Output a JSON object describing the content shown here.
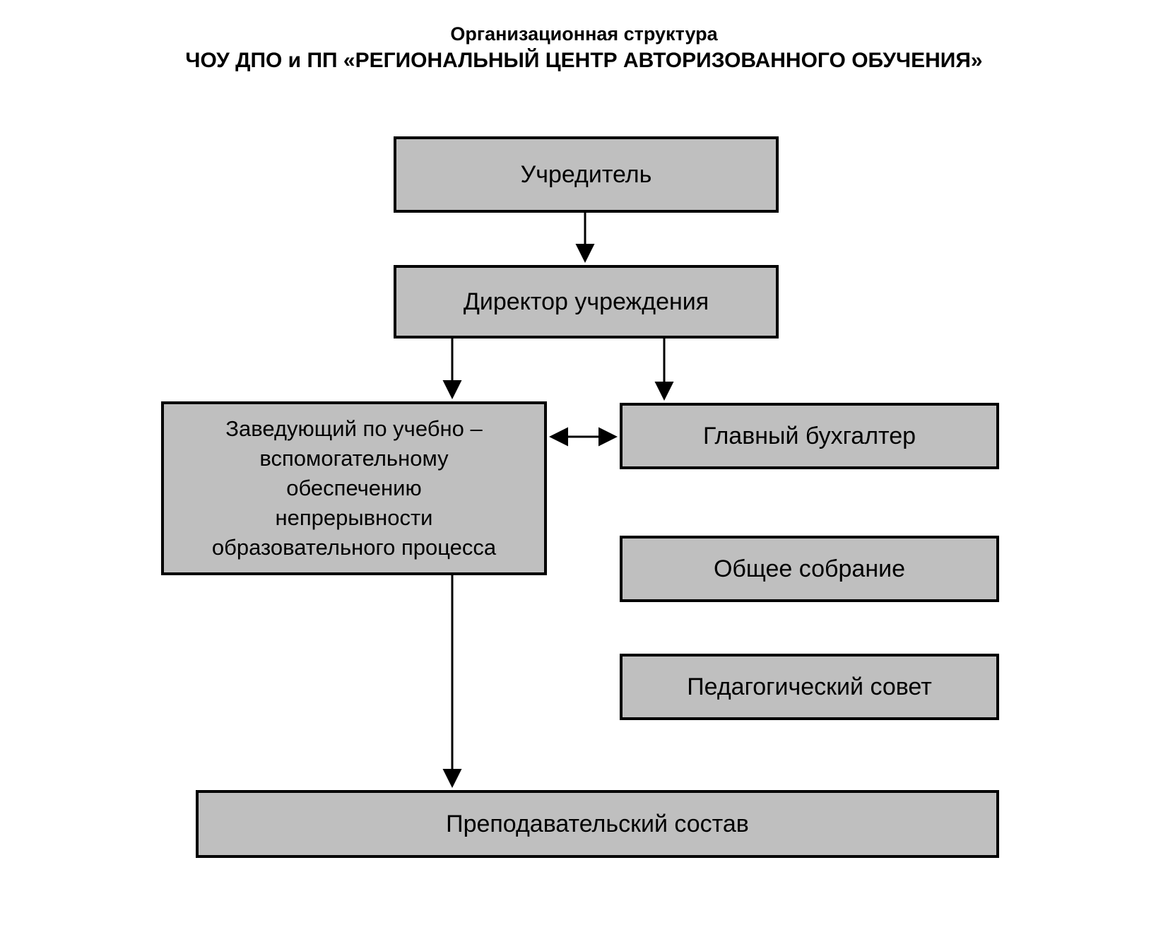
{
  "title": {
    "line1": "Организационная структура",
    "line2": "ЧОУ ДПО и ПП «РЕГИОНАЛЬНЫЙ ЦЕНТР АВТОРИЗОВАННОГО ОБУЧЕНИЯ»"
  },
  "colors": {
    "box_fill": "#BFBFBF",
    "box_border": "#000000",
    "text": "#000000",
    "background": "#FFFFFF",
    "connector": "#000000"
  },
  "chart_data": {
    "type": "diagram",
    "subtype": "organizational-chart",
    "title": "Организационная структура ЧОУ ДПО и ПП «РЕГИОНАЛЬНЫЙ ЦЕНТР АВТОРИЗОВАННОГО ОБУЧЕНИЯ»",
    "nodes": [
      {
        "id": "founder",
        "label": "Учредитель",
        "level": 0
      },
      {
        "id": "director",
        "label": "Директор учреждения",
        "level": 1
      },
      {
        "id": "deputy",
        "label": "Заведующий по учебно –\nвспомогательному\nобеспечению\nнепрерывности\nобразовательного процесса",
        "level": 2
      },
      {
        "id": "accountant",
        "label": "Главный бухгалтер",
        "level": 2
      },
      {
        "id": "assembly",
        "label": "Общее собрание",
        "level": 2
      },
      {
        "id": "pedcouncil",
        "label": "Педагогический совет",
        "level": 2
      },
      {
        "id": "teachers",
        "label": "Преподавательский состав",
        "level": 3
      }
    ],
    "edges": [
      {
        "from": "founder",
        "to": "director",
        "arrow": "single"
      },
      {
        "from": "director",
        "to": "deputy",
        "arrow": "single"
      },
      {
        "from": "director",
        "to": "accountant",
        "arrow": "single"
      },
      {
        "from": "deputy",
        "to": "accountant",
        "arrow": "double"
      },
      {
        "from": "deputy",
        "to": "teachers",
        "arrow": "single"
      }
    ]
  },
  "nodes": {
    "founder": {
      "label": "Учредитель"
    },
    "director": {
      "label": "Директор учреждения"
    },
    "deputy": {
      "label": "Заведующий по учебно –\nвспомогательному\nобеспечению\nнепрерывности\nобразовательного процесса"
    },
    "accountant": {
      "label": "Главный бухгалтер"
    },
    "assembly": {
      "label": "Общее собрание"
    },
    "pedcouncil": {
      "label": "Педагогический совет"
    },
    "teachers": {
      "label": "Преподавательский состав"
    }
  }
}
